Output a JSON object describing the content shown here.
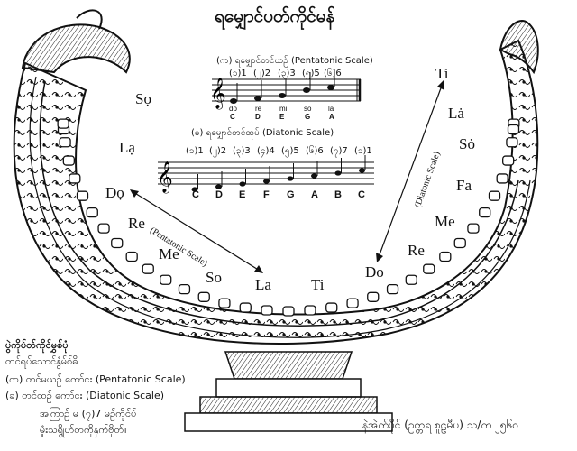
{
  "title": "ရမျှောင်ပတ်ကိုင်မန်",
  "pentatonic": {
    "heading": "(က) ရမျှောင်တင်ယဉ် (Pentatonic Scale)",
    "numbers": [
      "(၁)1",
      "(၂)2",
      "(၃)3",
      "(၅)5",
      "(၆)6"
    ],
    "syllables": [
      "do",
      "re",
      "mi",
      "so",
      "la"
    ],
    "letters": [
      "C",
      "D",
      "E",
      "G",
      "A"
    ]
  },
  "diatonic": {
    "heading": "(ခ) ရမျှောင်တင်ထုပ် (Diatonic Scale)",
    "numbers": [
      "(၁)1",
      "(၂)2",
      "(၃)3",
      "(၄)4",
      "(၅)5",
      "(၆)6",
      "(၇)7",
      "(၁)1"
    ],
    "letters": [
      "C",
      "D",
      "E",
      "F",
      "G",
      "A",
      "B",
      "C"
    ]
  },
  "harp_labels": {
    "left_arc": [
      "Sọ",
      "Lạ",
      "Dọ",
      "Re",
      "Me",
      "So",
      "La",
      "Ti"
    ],
    "right_arc": [
      "Do",
      "Re",
      "Me",
      "Fa",
      "Sȯ",
      "Lȧ",
      "Ti"
    ]
  },
  "diagonal_labels": {
    "pentatonic": "(Pentatonic Scale)",
    "diatonic": "(Diatonic Scale)"
  },
  "legend": {
    "line1": "ပွဲကိုပ်တ်ကိုင်မွှစ်ပုံ",
    "line2": "တင်ရပ်သောင်နွံမ်စ်ဓိ",
    "line3": "(က) တင်မယဉ် ကော်ငး (Pentatonic Scale)",
    "line4": "(ခ) တင်ထဉ် ကော်ငး (Diatonic Scale)",
    "line5": "အကြာဉ် မ (၇)7 မဉ်ကိုင်ပ်",
    "line6": "မှုံးသရွိုဟ်တကိုနှက်ဗိုတ်။"
  },
  "credit": "နဲအဲက်ပိုင် (ဥတ္တရ စူဠမီပ) သ/က ၂၅၆၀"
}
